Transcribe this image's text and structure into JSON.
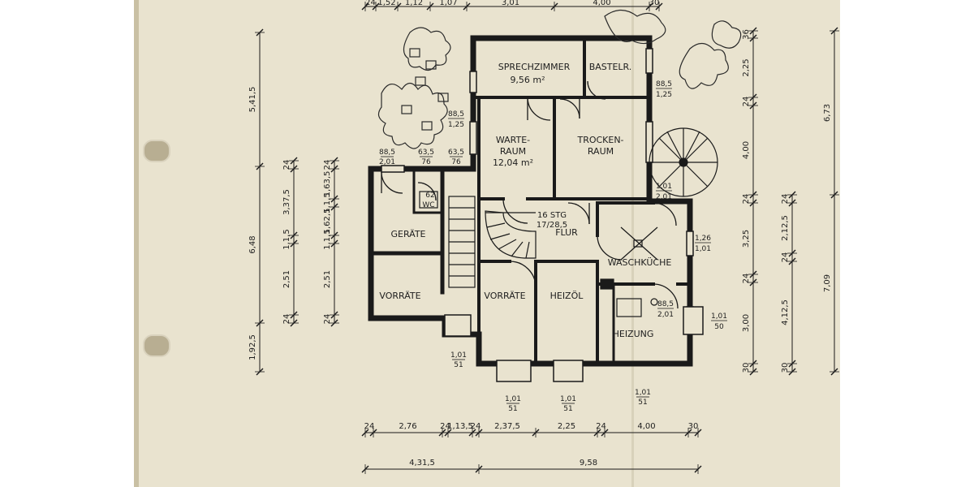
{
  "plan": {
    "rooms": {
      "sprechzimmer": {
        "name": "SPRECHZIMMER",
        "area": "9,56 m²"
      },
      "bastelr": {
        "name": "BASTELR."
      },
      "warteraum": {
        "name1": "WARTE-",
        "name2": "RAUM",
        "area": "12,04 m²"
      },
      "trockenraum": {
        "name1": "TROCKEN-",
        "name2": "RAUM"
      },
      "geraete": {
        "name": "GERÄTE"
      },
      "wc": {
        "name": "WC"
      },
      "flur": {
        "name": "FLUR"
      },
      "waschkueche": {
        "name": "WASCHKÜCHE"
      },
      "vorraete_left": {
        "name": "VORRÄTE"
      },
      "vorraete_mid": {
        "name": "VORRÄTE"
      },
      "heizoel": {
        "name": "HEIZÖL"
      },
      "heizung": {
        "name": "HEIZUNG"
      }
    },
    "stair_label1": "16 STG",
    "stair_label2": "17/28,5",
    "windows": {
      "w_885_125_a": {
        "top": "88,5",
        "bottom": "1,25"
      },
      "w_885_125_b": {
        "top": "88,5",
        "bottom": "1,25"
      },
      "w_885_201_a": {
        "top": "88,5",
        "bottom": "2,01"
      },
      "w_885_201_b": {
        "top": "88,5",
        "bottom": "2,01"
      },
      "w_635_76_a": {
        "top": "63,5",
        "bottom": "76"
      },
      "w_635_76_b": {
        "top": "63,5",
        "bottom": "76"
      },
      "w_101_201": {
        "top": "1,01",
        "bottom": "2,01"
      },
      "w_126_101": {
        "top": "1,26",
        "bottom": "1,01"
      },
      "w_101_50": {
        "top": "1,01",
        "bottom": "50"
      },
      "w_101_51_a": {
        "top": "1,01",
        "bottom": "51"
      },
      "w_101_51_b": {
        "top": "1,01",
        "bottom": "51"
      },
      "w_101_51_c": {
        "top": "1,01",
        "bottom": "51"
      },
      "w_101_51_d": {
        "top": "1,01",
        "bottom": "51"
      },
      "wc_62": {
        "top": "62"
      }
    }
  },
  "dims": {
    "top": [
      "24",
      "1,52",
      "1,12",
      "1,07",
      "3,01",
      "4,00",
      "30"
    ],
    "bottom1": [
      "24",
      "2,76",
      "24",
      "1,13,5",
      "24",
      "2,37,5",
      "2,25",
      "24",
      "4,00",
      "30"
    ],
    "bottom2": [
      "4,31,5",
      "9,58"
    ],
    "left_outer": [
      "5,41,5",
      "6,48",
      "1,92,5"
    ],
    "left_inner_a": [
      "24",
      "3,37,5",
      "1,1,5",
      "2,51",
      "24"
    ],
    "left_inner_b": [
      "24",
      "1,63,5",
      "1,1,5",
      "1,62,5",
      "1,1,5",
      "2,51",
      "24"
    ],
    "right_inner": [
      "36",
      "2,25",
      "24",
      "4,00",
      "24",
      "3,25",
      "24",
      "3,00",
      "30"
    ],
    "right_mid": [
      "24",
      "2,12,5",
      "24",
      "4,12,5",
      "30"
    ],
    "right_outer": [
      "6,73",
      "7,09"
    ]
  }
}
